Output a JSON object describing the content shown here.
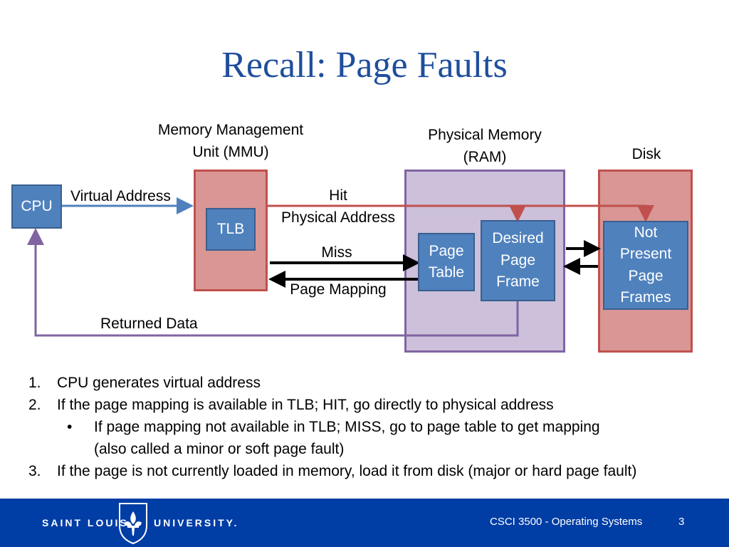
{
  "title": "Recall: Page Faults",
  "diagram": {
    "mmu_label_line1": "Memory Management",
    "mmu_label_line2": "Unit (MMU)",
    "ram_label_line1": "Physical Memory",
    "ram_label_line2": "(RAM)",
    "disk_label": "Disk",
    "cpu": "CPU",
    "tlb": "TLB",
    "page_table_line1": "Page",
    "page_table_line2": "Table",
    "desired_line1": "Desired",
    "desired_line2": "Page",
    "desired_line3": "Frame",
    "not_present_line1": "Not",
    "not_present_line2": "Present",
    "not_present_line3": "Page",
    "not_present_line4": "Frames",
    "virtual_address": "Virtual Address",
    "hit": "Hit",
    "physical_address": "Physical Address",
    "miss": "Miss",
    "page_mapping": "Page Mapping",
    "returned_data": "Returned Data"
  },
  "steps": [
    {
      "num": "1.",
      "text": "CPU generates virtual address"
    },
    {
      "num": "2.",
      "text": "If the page mapping is available in TLB; HIT, go directly to physical address"
    },
    {
      "num": "3.",
      "text": "If the page is not currently loaded in memory, load it from disk (major or hard page fault)"
    }
  ],
  "substep": {
    "bullet": "•",
    "line1": "If page mapping not available in TLB; MISS, go to page table to get mapping",
    "line2": "(also called a minor or soft page fault)"
  },
  "footer": {
    "left_word1": "SAINT LOUIS",
    "left_word2": "UNIVERSITY.",
    "course": "CSCI 3500 - Operating Systems",
    "page": "3"
  },
  "colors": {
    "title": "#1f4e9c",
    "footer_bg": "#003da5",
    "box_blue": "#4f81bd",
    "red_line": "#c0504d",
    "purple_line": "#8064a2"
  }
}
